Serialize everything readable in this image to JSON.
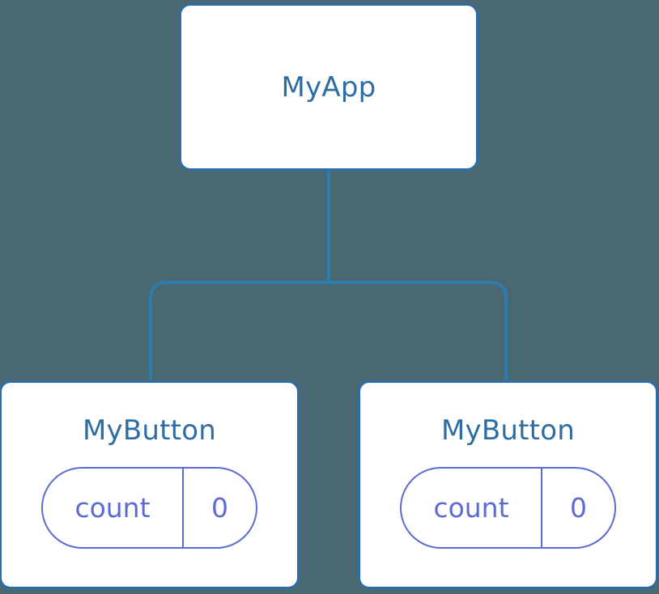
{
  "diagram": {
    "type": "component-tree",
    "background_color": "#4a6872",
    "node_border_color": "#2e6da4",
    "node_fill_color": "#ffffff",
    "node_title_color": "#2e6da4",
    "state_color": "#5c6bd4",
    "edge_color": "#2e7bb0",
    "root": {
      "title": "MyApp"
    },
    "children": [
      {
        "title": "MyButton",
        "state": {
          "key": "count",
          "value": "0"
        }
      },
      {
        "title": "MyButton",
        "state": {
          "key": "count",
          "value": "0"
        }
      }
    ]
  }
}
